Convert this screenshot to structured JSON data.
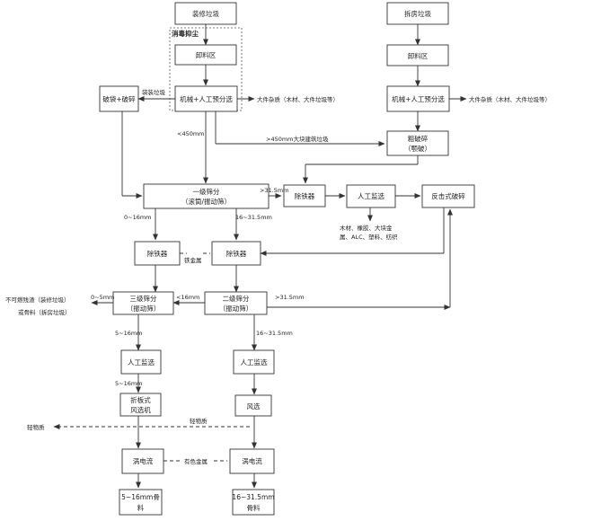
{
  "diagram": {
    "nodes": {
      "decoration_waste": "装修垃圾",
      "demolition_waste": "拆房垃圾",
      "unload_left": "卸料区",
      "unload_right": "卸料区",
      "sort_left": "机械+人工预分选",
      "sort_right": "机械+人工预分选",
      "bag_break": "破袋+破碎",
      "coarse_crush": [
        "粗破碎",
        "（颚破）"
      ],
      "primary_screen": [
        "一级筛分",
        "（滚筒/振动筛）"
      ],
      "iron_top": "除铁器",
      "manual_top": "人工监选",
      "impact_crush": "反击式破碎",
      "iron_left": "除铁器",
      "iron_mid": "除铁器",
      "tertiary_screen": [
        "三级筛分",
        "（振动筛）"
      ],
      "secondary_screen": [
        "二级筛分",
        "（振动筛）"
      ],
      "manual_left": "人工监选",
      "manual_right": "人工监选",
      "zigzag_sep": [
        "折板式",
        "风选机"
      ],
      "air_sep": "风选",
      "eddy_left": "涡电流",
      "eddy_right": "涡电流",
      "out_left": [
        "5~16mm骨",
        "料"
      ],
      "out_right": [
        "16~31.5mm",
        "骨料"
      ]
    },
    "labels": {
      "dust": "消毒抑尘",
      "bag_waste": "袋装垃圾",
      "bulky_left": "大件杂质（木材、大件垃圾等）",
      "bulky_right": "大件杂质（木材、大件垃圾等）",
      "lt450": "<450mm",
      "gt450": ">450mm大块建筑垃圾",
      "gt315_top": ">31.5mm",
      "picked": [
        "木材、橡胶、大块金",
        "属、ALC、塑料、纺织"
      ],
      "r0_16": "0~16mm",
      "r16_315_top": "16~31.5mm",
      "iron_metal": "铁金属",
      "r0_5": "0~5mm",
      "lt16": "<16mm",
      "gt315_mid": ">31.5mm",
      "residue": [
        "不可燃残渣（装修垃圾）",
        "或骨料（拆房垃圾）"
      ],
      "r5_16_a": "5~16mm",
      "r16_315_b": "16~31.5mm",
      "r5_16_b": "5~16mm",
      "light_left": "轻物质",
      "light_mid": "轻物质",
      "nonferrous": "有色金属"
    }
  }
}
